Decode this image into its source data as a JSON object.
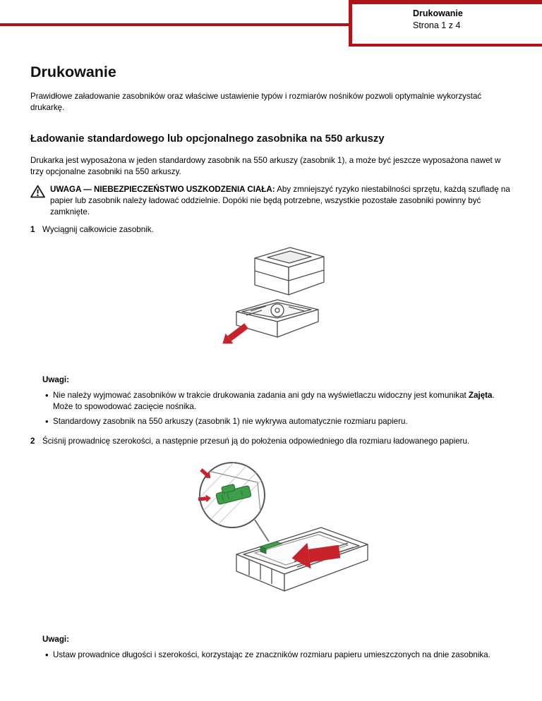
{
  "colors": {
    "accent_red": "#ad1418",
    "arrow_red": "#c8232b",
    "guide_green": "#3f9e49",
    "text": "#000000"
  },
  "header": {
    "title": "Drukowanie",
    "page": "Strona 1 z 4"
  },
  "doc": {
    "title": "Drukowanie",
    "intro": "Prawidłowe załadowanie zasobników oraz właściwe ustawienie typów i rozmiarów nośników pozwoli optymalnie wykorzystać drukarkę.",
    "section_title": "Ładowanie standardowego lub opcjonalnego zasobnika na 550 arkuszy",
    "section_intro": "Drukarka jest wyposażona w jeden standardowy zasobnik na 550 arkuszy (zasobnik 1), a może być jeszcze wyposażona nawet w trzy opcjonalne zasobniki na 550 arkuszy.",
    "warning": {
      "label": "UWAGA — NIEBEZPIECZEŃSTWO USZKODZENIA CIAŁA:",
      "text": "Aby zmniejszyć ryzyko niestabilności sprzętu, każdą szufladę na papier lub zasobnik należy ładować oddzielnie. Dopóki nie będą potrzebne, wszystkie pozostałe zasobniki powinny być zamknięte."
    },
    "step1": {
      "num": "1",
      "text": "Wyciągnij całkowicie zasobnik.",
      "notes_label": "Uwagi:",
      "note1": {
        "pre": "Nie należy wyjmować zasobników w trakcie drukowania zadania ani gdy na wyświetlaczu widoczny jest komunikat ",
        "bold": "Zajęta",
        "post": ". Może to spowodować zacięcie nośnika."
      },
      "note2": "Standardowy zasobnik na 550 arkuszy (zasobnik 1) nie wykrywa automatycznie rozmiaru papieru."
    },
    "step2": {
      "num": "2",
      "text": "Ściśnij prowadnicę szerokości, a następnie przesuń ją do położenia odpowiedniego dla rozmiaru ładowanego papieru.",
      "notes_label": "Uwagi:",
      "note1": "Ustaw prowadnice długości i szerokości, korzystając ze znaczników rozmiaru papieru umieszczonych na dnie zasobnika."
    }
  },
  "figures": {
    "fig1": "printer-with-tray-pulled-out",
    "fig2": "tray-width-guide-adjustment-with-zoom-detail"
  }
}
